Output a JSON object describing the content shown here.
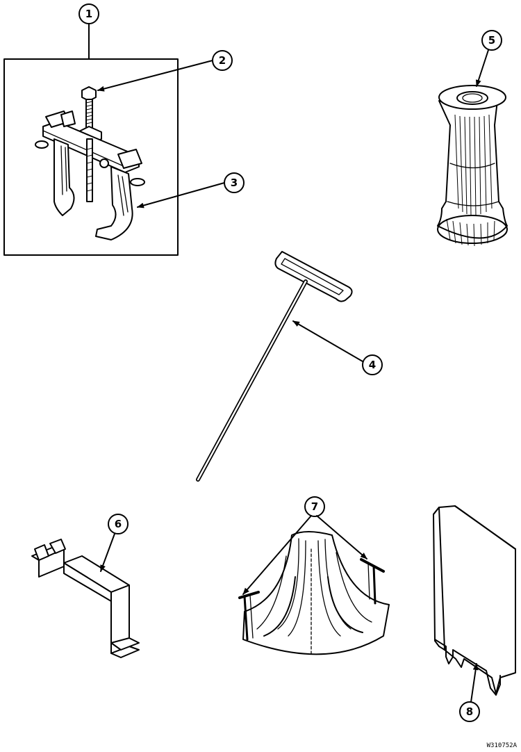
{
  "callouts": [
    {
      "id": "1",
      "label": "1"
    },
    {
      "id": "2",
      "label": "2"
    },
    {
      "id": "3",
      "label": "3"
    },
    {
      "id": "4",
      "label": "4"
    },
    {
      "id": "5",
      "label": "5"
    },
    {
      "id": "6",
      "label": "6"
    },
    {
      "id": "7",
      "label": "7"
    },
    {
      "id": "8",
      "label": "8"
    }
  ],
  "drawing_code": "W310752A"
}
